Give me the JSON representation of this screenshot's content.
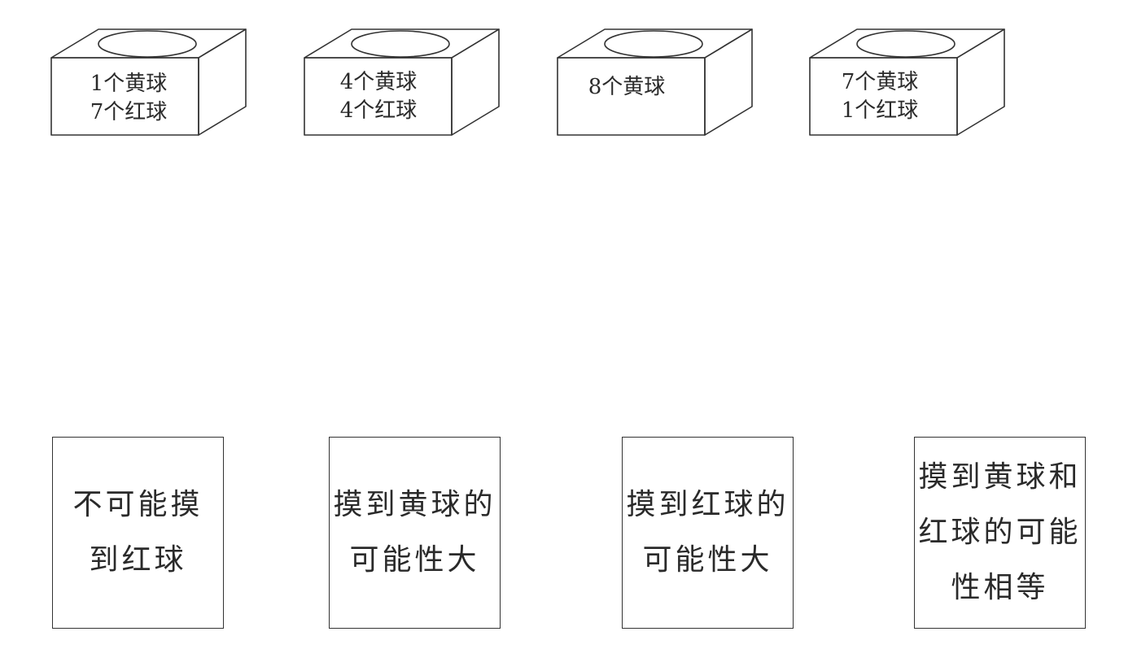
{
  "boxes": [
    {
      "lines": [
        "1个黄球",
        "7个红球"
      ]
    },
    {
      "lines": [
        "4个黄球",
        "4个红球"
      ]
    },
    {
      "lines": [
        "8个黄球"
      ]
    },
    {
      "lines": [
        "7个黄球",
        "1个红球"
      ]
    }
  ],
  "cards": [
    {
      "lines": [
        "不可能摸",
        "到红球"
      ]
    },
    {
      "lines": [
        "摸到黄球的",
        "可能性大"
      ]
    },
    {
      "lines": [
        "摸到红球的",
        "可能性大"
      ]
    },
    {
      "lines": [
        "摸到黄球和",
        "红球的可能",
        "性相等"
      ]
    }
  ]
}
